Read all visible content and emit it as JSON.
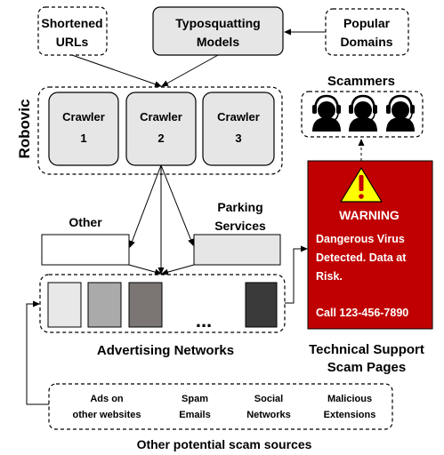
{
  "inputs": {
    "shortened_urls": [
      "Shortened",
      "URLs"
    ],
    "typosquatting": [
      "Typosquatting",
      "Models"
    ],
    "popular_domains": [
      "Popular",
      "Domains"
    ]
  },
  "robovic": {
    "label": "Robovic",
    "crawlers": [
      [
        "Crawler",
        "1"
      ],
      [
        "Crawler",
        "2"
      ],
      [
        "Crawler",
        "3"
      ]
    ]
  },
  "other_label": "Other",
  "parking_label": [
    "Parking",
    "Services"
  ],
  "ellipsis": "...",
  "advertising_label": "Advertising Networks",
  "scammers_label": "Scammers",
  "warning": {
    "title": "WARNING",
    "message": [
      "Dangerous Virus",
      "Detected. Data at",
      "Risk."
    ],
    "phone": "Call 123-456-7890"
  },
  "scam_pages_label": [
    "Technical Support",
    "Scam Pages"
  ],
  "sources": {
    "items": [
      [
        "Ads on",
        "other websites"
      ],
      [
        "Spam",
        "Emails"
      ],
      [
        "Social",
        "Networks"
      ],
      [
        "Malicious",
        "Extensions"
      ]
    ],
    "caption": "Other potential scam sources"
  },
  "colors": {
    "box_fill": "#e6e6e6",
    "warning_red": "#c00000",
    "warning_yellow": "#ffff00",
    "ad_shades": [
      "#e8e8e8",
      "#aaaaaa",
      "#7b7574",
      "#3a3a3a"
    ]
  }
}
